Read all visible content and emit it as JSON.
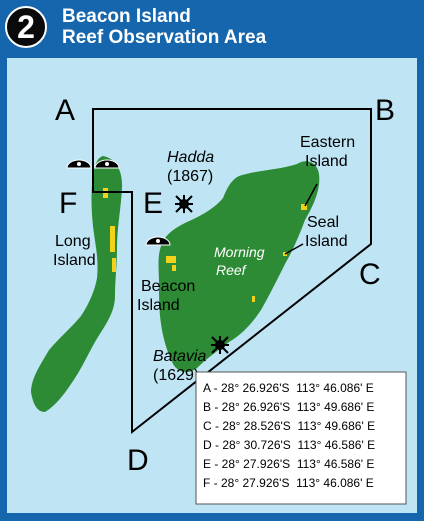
{
  "header": {
    "badge_number": "2",
    "title_line1": "Beacon Island",
    "title_line2": "Reef Observation Area"
  },
  "map_labels": {
    "point_a": "A",
    "point_b": "B",
    "point_c": "C",
    "point_d": "D",
    "point_e": "E",
    "point_f": "F",
    "hadda_name": "Hadda",
    "hadda_year": "(1867)",
    "eastern_island_line1": "Eastern",
    "eastern_island_line2": "Island",
    "seal_island_line1": "Seal",
    "seal_island_line2": "Island",
    "morning_reef_line1": "Morning",
    "morning_reef_line2": "Reef",
    "long_island_line1": "Long",
    "long_island_line2": "Island",
    "beacon_island_line1": "Beacon",
    "beacon_island_line2": "Island",
    "batavia_name": "Batavia",
    "batavia_year": "(1629)"
  },
  "coordinates": [
    "A - 28° 26.926'S  113° 46.086' E",
    "B - 28° 26.926'S  113° 49.686' E",
    "C - 28° 28.526'S  113° 49.686' E",
    "D - 28° 30.726'S  113° 46.586' E",
    "E - 28° 27.926'S  113° 46.586' E",
    "F - 28° 27.926'S  113° 46.086' E"
  ],
  "colors": {
    "frame": "#1566ad",
    "water": "#bfe4f4",
    "land": "#2e8b35",
    "highlight": "#f2d21b",
    "boundary": "#000000",
    "wreck_marker": "#000000"
  },
  "icons": {
    "wreck": "wreck-icon",
    "anchorage": "anchorage-icon"
  }
}
